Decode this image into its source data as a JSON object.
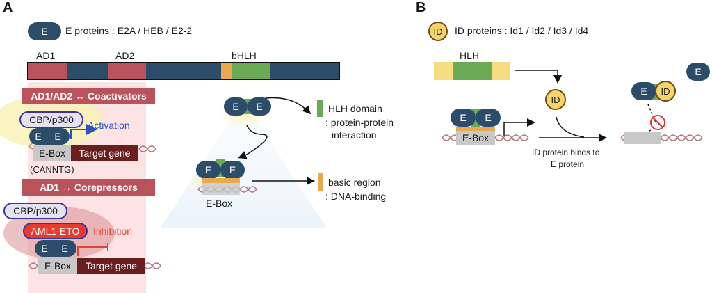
{
  "panel_a": {
    "letter": "A",
    "legend_icon": "E",
    "legend_text": "E proteins : E2A / HEB / E2-2",
    "domain_labels": {
      "ad1": "AD1",
      "ad2": "AD2",
      "bhlh": "bHLH"
    },
    "coactivator_header": "AD1/AD2 ↔ Coactivators",
    "corepressor_header": "AD1 ↔ Corepressors",
    "cbp": "CBP/p300",
    "aml": "AML1-ETO",
    "e": "E",
    "activation": "Activation",
    "inhibition": "Inhibition",
    "ebox": "E-Box",
    "target_gene": "Target gene",
    "cannntg": "(CANNTG)",
    "hlh_domain_title": "HLH domain",
    "hlh_domain_desc1": ": protein-protein",
    "hlh_domain_desc2": "interaction",
    "basic_title": "basic region",
    "basic_desc": ": DNA-binding"
  },
  "panel_b": {
    "letter": "B",
    "legend_icon": "ID",
    "legend_text": "ID proteins : Id1 / Id2 / Id3 / Id4",
    "hlh_label": "HLH",
    "id": "ID",
    "e": "E",
    "ebox": "E-Box",
    "caption1": "ID protein binds to",
    "caption2": "E protein"
  },
  "colors": {
    "e_protein": "#2b4d6a",
    "ad_red": "#b9525a",
    "hlh_green": "#6aaa55",
    "basic_orange": "#e9a94f",
    "id_yellow": "#f5d567",
    "activation_blue": "#2e52c4",
    "inhibition_red": "#e0443a"
  }
}
